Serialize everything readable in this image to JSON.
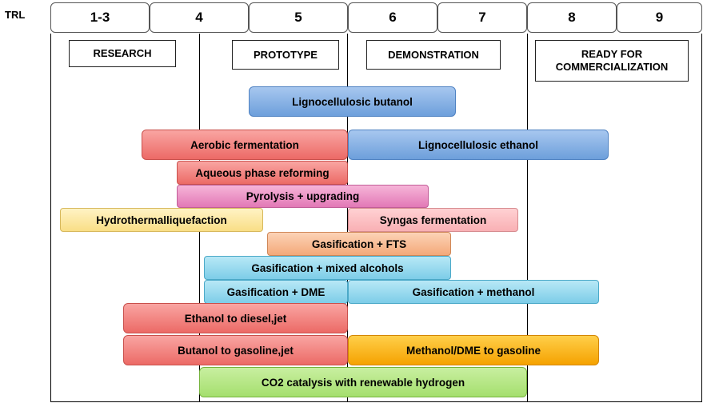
{
  "trl_label": "TRL",
  "trl_levels": [
    "1-3",
    "4",
    "5",
    "6",
    "7",
    "8",
    "9"
  ],
  "phases": {
    "research": "RESEARCH",
    "prototype": "PROTOTYPE",
    "demonstration": "DEMONSTRATION",
    "ready_line1": "READY FOR",
    "ready_line2": "COMMERCIALIZATION"
  },
  "technologies": {
    "lignocellulosic_butanol": "Lignocellulosic butanol",
    "aerobic_fermentation": "Aerobic fermentation",
    "lignocellulosic_ethanol": "Lignocellulosic ethanol",
    "aqueous_phase_reforming": "Aqueous phase reforming",
    "pyrolysis_upgrading": "Pyrolysis + upgrading",
    "hydrothermal_liquefaction": "Hydrothermalliquefaction",
    "syngas_fermentation": "Syngas fermentation",
    "gasification_fts": "Gasification + FTS",
    "gasification_mixed_alcohols": "Gasification + mixed alcohols",
    "gasification_dme": "Gasification + DME",
    "gasification_methanol": "Gasification + methanol",
    "ethanol_to_diesel_jet": "Ethanol to diesel,jet",
    "butanol_to_gasoline_jet": "Butanol to gasoline,jet",
    "methanol_dme_to_gasoline": "Methanol/DME to gasoline",
    "co2_catalysis": "CO2 catalysis with renewable hydrogen"
  },
  "colors": {
    "blue": "#6d9fdb",
    "red": "#ec6a66",
    "pink": "#e279b6",
    "yellow": "#f9de86",
    "light_pink": "#f9b0b4",
    "peach": "#f4a97a",
    "cyan": "#7dcde8",
    "orange": "#f5a200",
    "green": "#a5df6e"
  }
}
